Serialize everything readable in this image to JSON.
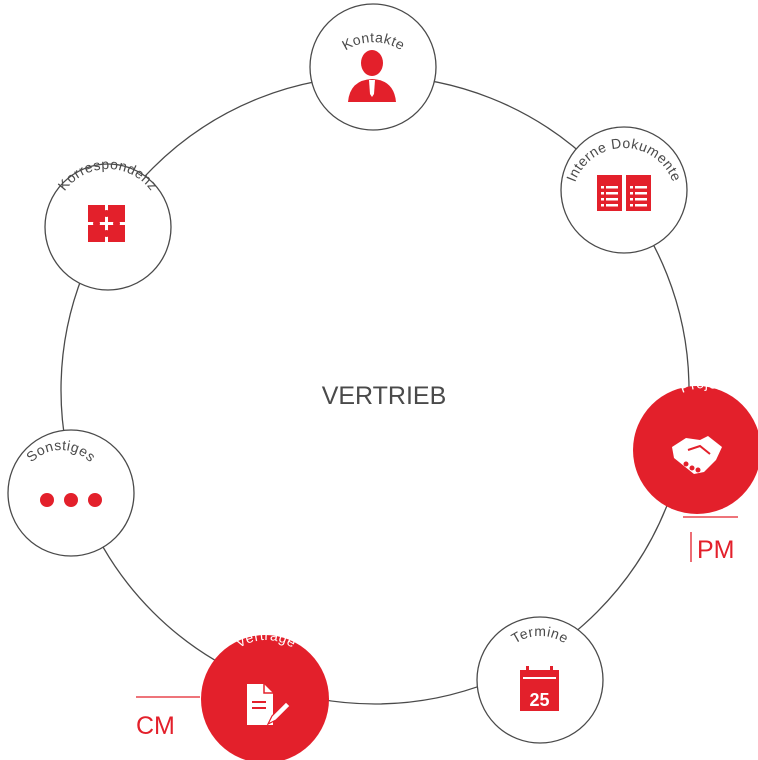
{
  "diagram": {
    "center_title": "VERTRIEB",
    "colors": {
      "accent": "#e3202b",
      "stroke": "#4a4a4a",
      "text": "#4a4a4a",
      "white": "#ffffff"
    },
    "nodes": [
      {
        "id": "kontakte",
        "label": "Kontakte",
        "icon": "person-icon",
        "highlighted": false
      },
      {
        "id": "interne-dokumente",
        "label": "Interne Dokumente",
        "icon": "documents-icon",
        "highlighted": false
      },
      {
        "id": "projekt",
        "label": "Projekt",
        "icon": "handshake-icon",
        "highlighted": true,
        "tag": "PM"
      },
      {
        "id": "termine",
        "label": "Termine",
        "icon": "calendar-icon",
        "icon_text": "25",
        "highlighted": false
      },
      {
        "id": "vertraege",
        "label": "Verträge",
        "icon": "contract-pen-icon",
        "highlighted": true,
        "tag": "CM"
      },
      {
        "id": "sonstiges",
        "label": "Sonstiges",
        "icon": "more-dots-icon",
        "highlighted": false
      },
      {
        "id": "korrespondenz",
        "label": "Korrespondenz",
        "icon": "puzzle-icon",
        "highlighted": false
      }
    ]
  }
}
